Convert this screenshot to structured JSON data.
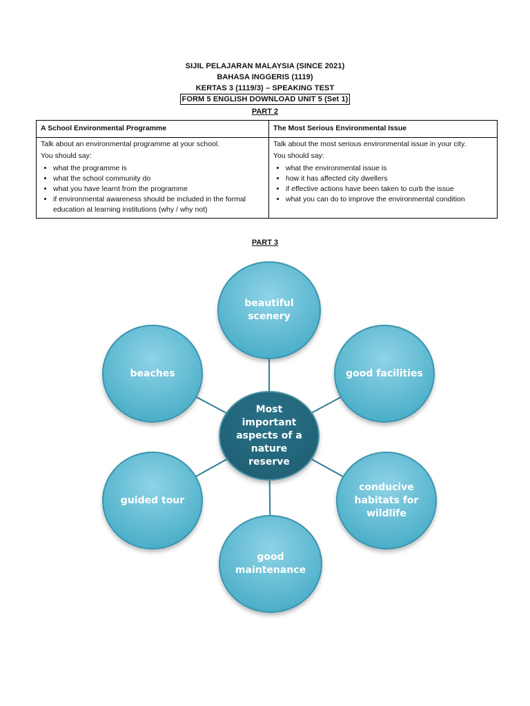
{
  "header": {
    "line1": "SIJIL PELAJARAN MALAYSIA (SINCE 2021)",
    "line2": "BAHASA INGGERIS (1119)",
    "line3": "KERTAS 3 (1119/3) – SPEAKING TEST",
    "line4": "FORM 5 ENGLISH DOWNLOAD UNIT 5 (Set 1)"
  },
  "part2": {
    "label": "PART 2",
    "left": {
      "title": "A School Environmental Programme",
      "intro": "Talk about an environmental programme at your school.",
      "should_say": "You should say:",
      "bullets": [
        "what the programme is",
        "what the school community do",
        "what you have learnt from the programme",
        "if environmental awareness should be included in the formal education at learning institutions (why / why not)"
      ]
    },
    "right": {
      "title": "The Most Serious Environmental Issue",
      "intro": "Talk about the most serious environmental issue in your city.",
      "should_say": "You should say:",
      "bullets": [
        "what the environmental issue is",
        "how it has affected city dwellers",
        "if effective actions have been taken to curb the issue",
        "what you can do to improve the environmental condition"
      ]
    }
  },
  "part3": {
    "label": "PART 3",
    "center": "Most important aspects of a nature reserve",
    "nodes": [
      {
        "id": "top",
        "text": "beautiful scenery"
      },
      {
        "id": "upper-right",
        "text": "good facilities"
      },
      {
        "id": "lower-right",
        "text": "conducive habitats for wildlife"
      },
      {
        "id": "bottom",
        "text": "good maintenance"
      },
      {
        "id": "lower-left",
        "text": "guided tour"
      },
      {
        "id": "upper-left",
        "text": "beaches"
      }
    ],
    "colors": {
      "node_fill": "#4aaec8",
      "node_light": "#8fd3e6",
      "node_edge": "#3a95ae",
      "center_fill": "#1f5f73",
      "center_edge": "#4d93a8",
      "connector": "#2f7d93"
    }
  }
}
